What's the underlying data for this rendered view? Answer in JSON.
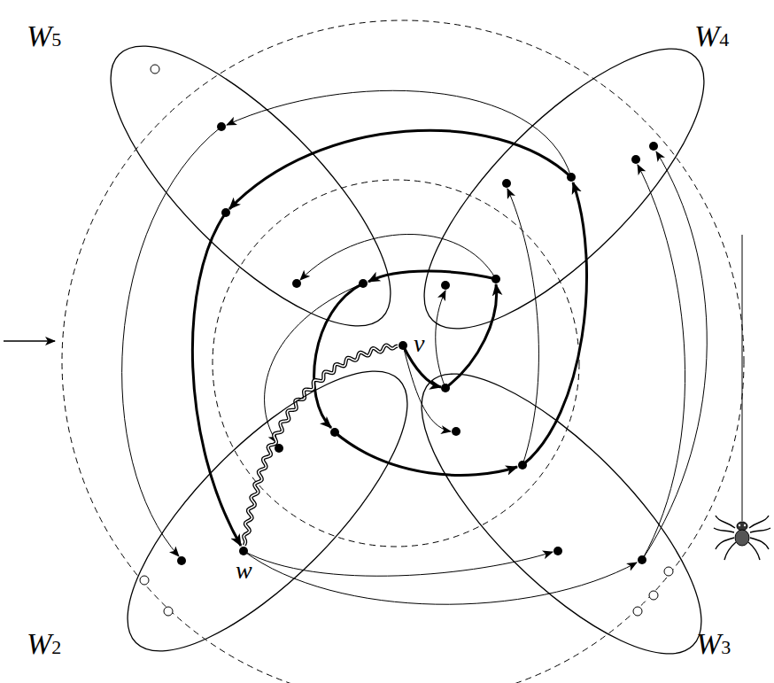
{
  "diagram": {
    "nodes": [
      {
        "text": [
          "W5"
        ]
      },
      {
        "text": [
          "W4"
        ]
      },
      {
        "text": [
          "v"
        ]
      },
      {
        "text": [
          "W2"
        ]
      },
      {
        "text": [
          "w"
        ],
        "in": 3
      },
      {
        "text": [
          "W3"
        ]
      }
    ],
    "edges": [
      {
        "from": 2,
        "to": 4,
        "arrow": "none"
      }
    ]
  }
}
